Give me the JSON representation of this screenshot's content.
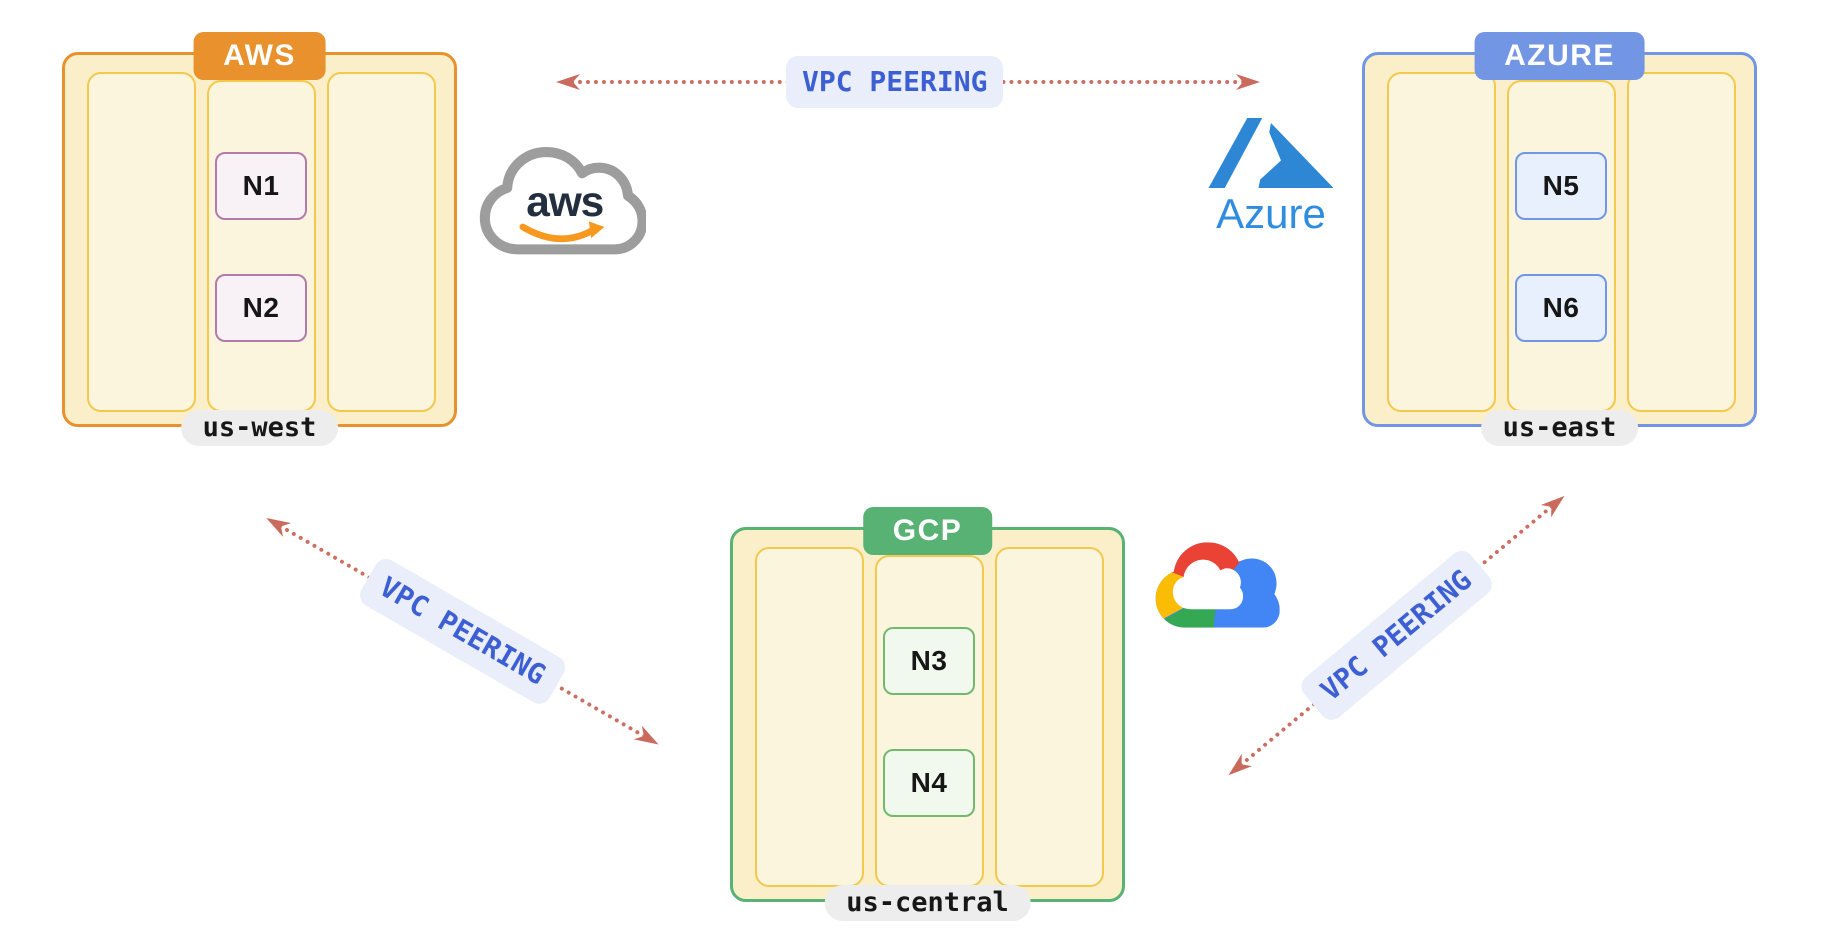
{
  "clouds": [
    {
      "id": "aws",
      "label": "AWS",
      "region": "us-west",
      "nodes": [
        "N1",
        "N2"
      ],
      "accent": "#E8912D",
      "node_fill": "#F8F1F6",
      "node_border": "#B27CA8"
    },
    {
      "id": "azure",
      "label": "AZURE",
      "region": "us-east",
      "nodes": [
        "N5",
        "N6"
      ],
      "accent": "#7296E4",
      "node_fill": "#E9F0FD",
      "node_border": "#6F96E8"
    },
    {
      "id": "gcp",
      "label": "GCP",
      "region": "us-central",
      "nodes": [
        "N3",
        "N4"
      ],
      "accent": "#57B273",
      "node_fill": "#F1F8EE",
      "node_border": "#72B96E"
    }
  ],
  "connections": [
    {
      "id": "aws-azure",
      "label": "VPC PEERING"
    },
    {
      "id": "aws-gcp",
      "label": "VPC PEERING"
    },
    {
      "id": "gcp-azure",
      "label": "VPC PEERING"
    }
  ],
  "logos": {
    "aws": {
      "text": "aws"
    },
    "azure": {
      "text": "Azure"
    }
  },
  "colors": {
    "subnet_fill": "#FCF5DD",
    "subnet_border": "#F2C84D",
    "container_fill": "#FAEFC9",
    "region_pill_bg": "#EDEDED",
    "peering_pill_bg": "#E9EEFA",
    "peering_text": "#3D5FD3",
    "arrow": "#CC6F62",
    "aws_logo_navy": "#232F3E",
    "aws_swoosh": "#F7981F",
    "azure_blue": "#2E8DE0"
  }
}
